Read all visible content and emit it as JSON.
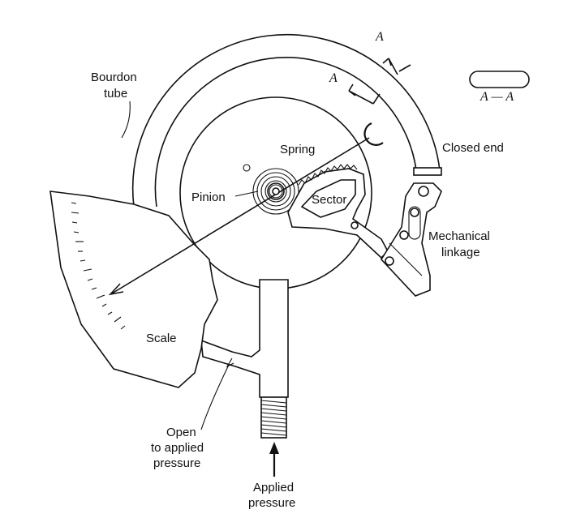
{
  "labels": {
    "bourdon_tube_line1": "Bourdon",
    "bourdon_tube_line2": "tube",
    "spring": "Spring",
    "pinion": "Pinion",
    "sector": "Sector",
    "closed_end": "Closed end",
    "mechanical_linkage_line1": "Mechanical",
    "mechanical_linkage_line2": "linkage",
    "scale": "Scale",
    "open_line1": "Open",
    "open_line2": "to applied",
    "open_line3": "pressure",
    "applied_line1": "Applied",
    "applied_line2": "pressure",
    "section_a_upper": "A",
    "section_a_lower": "A",
    "section_caption": "A — A"
  }
}
